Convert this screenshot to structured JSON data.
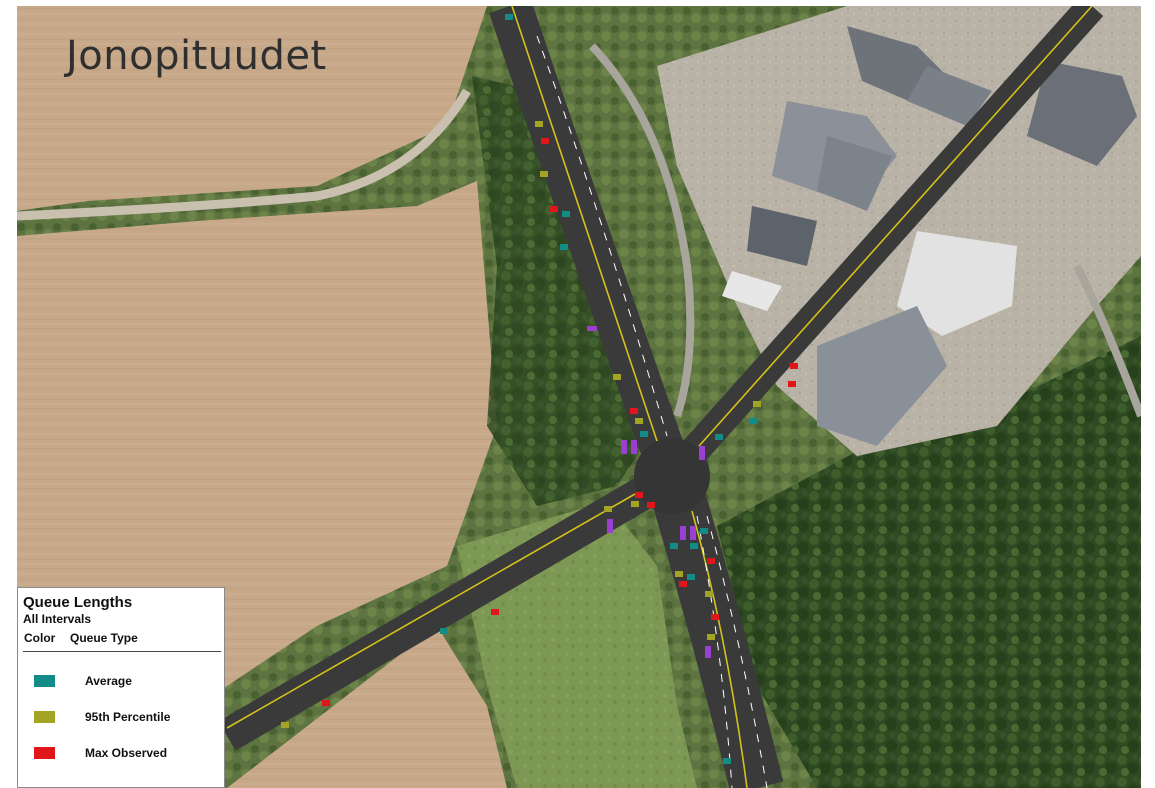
{
  "title": "Jonopituudet",
  "legend": {
    "title": "Queue Lengths",
    "subtitle": "All Intervals",
    "col_color": "Color",
    "col_type": "Queue Type",
    "items": [
      {
        "label": "Average",
        "color": "#138c87"
      },
      {
        "label": "95th Percentile",
        "color": "#a3a423"
      },
      {
        "label": "Max Observed",
        "color": "#e0161b"
      }
    ]
  }
}
